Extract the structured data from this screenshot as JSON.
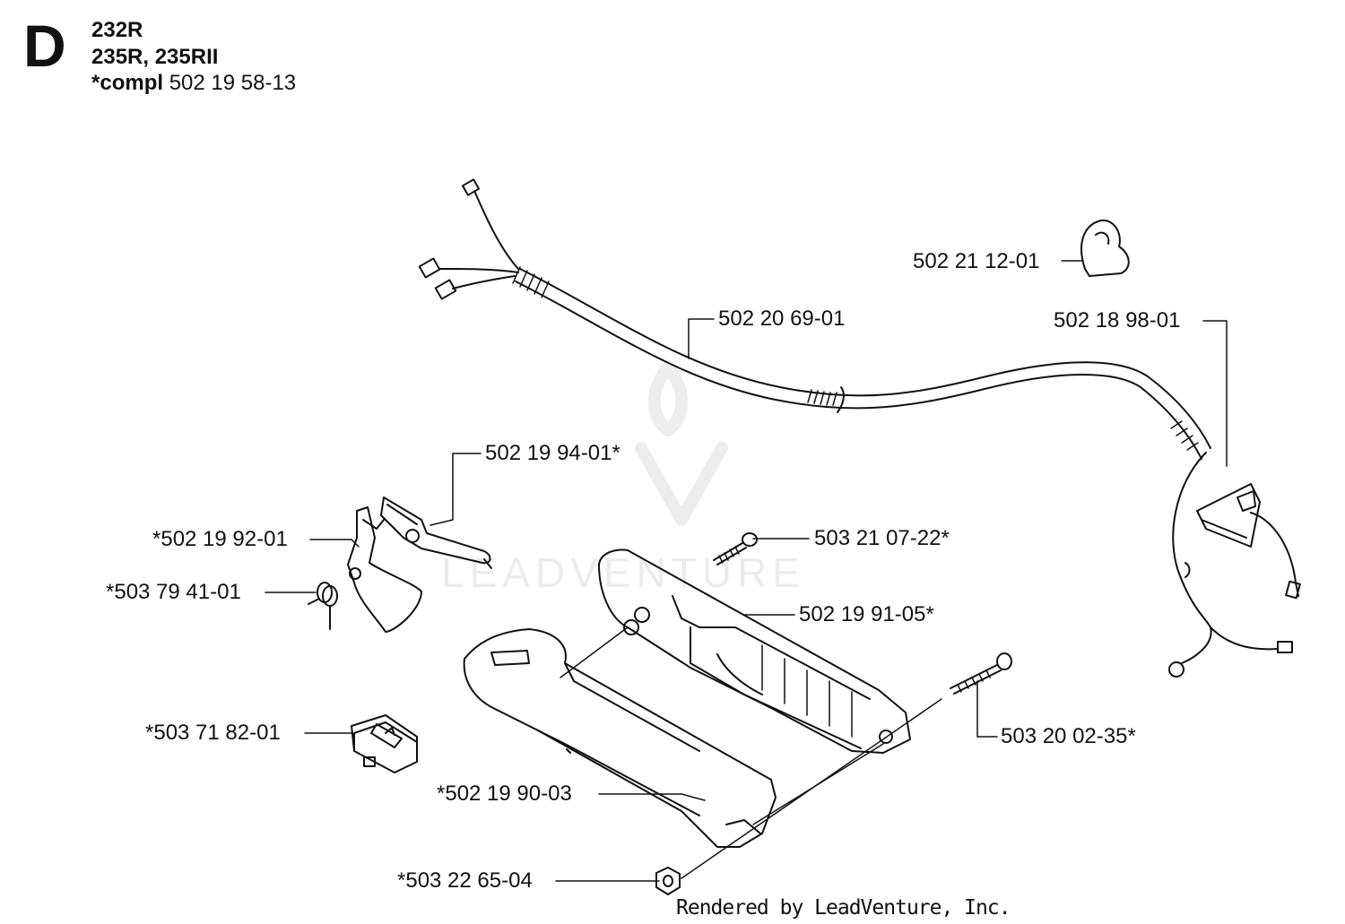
{
  "header": {
    "section": "D",
    "model_line_1": "232R",
    "model_line_2": "235R, 235RII",
    "compl_label": "*compl",
    "compl_number": "502 19 58-13"
  },
  "callouts": [
    {
      "id": "c1",
      "text": "502 21 12-01"
    },
    {
      "id": "c2",
      "text": "502 20 69-01"
    },
    {
      "id": "c3",
      "text": "502 18 98-01"
    },
    {
      "id": "c4",
      "text": "502 19 94-01*"
    },
    {
      "id": "c5",
      "text": "*502 19 92-01"
    },
    {
      "id": "c6",
      "text": "503 21 07-22*"
    },
    {
      "id": "c7",
      "text": "*503 79 41-01"
    },
    {
      "id": "c8",
      "text": "502 19 91-05*"
    },
    {
      "id": "c9",
      "text": "*503 71 82-01"
    },
    {
      "id": "c10",
      "text": "503 20 02-35*"
    },
    {
      "id": "c11",
      "text": "*502 19 90-03"
    },
    {
      "id": "c12",
      "text": "*503 22 65-04"
    }
  ],
  "footer": "Rendered by LeadVenture, Inc.",
  "watermark": "LEADVENTURE",
  "colors": {
    "line": "#111111",
    "watermark": "#ececec",
    "background": "#ffffff"
  }
}
